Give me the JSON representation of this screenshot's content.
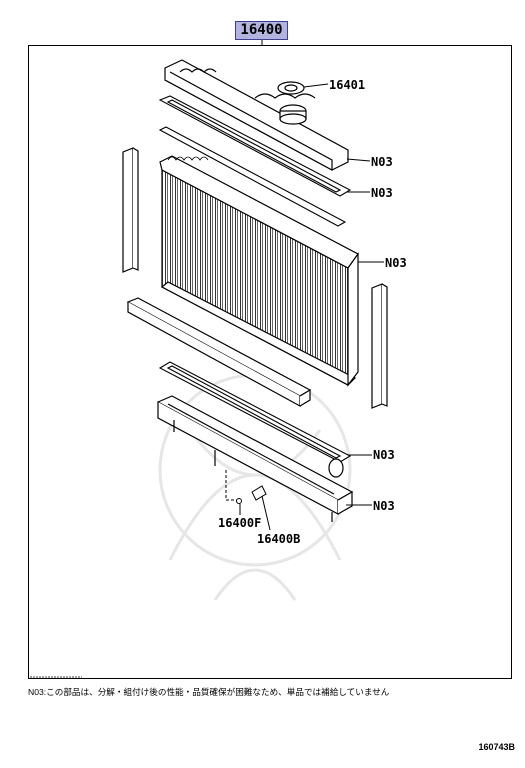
{
  "header": {
    "main_part": "16400"
  },
  "callouts": {
    "cap": "16401",
    "n03_a": "N03",
    "n03_b": "N03",
    "n03_c": "N03",
    "n03_d": "N03",
    "n03_e": "N03",
    "plug": "16400F",
    "cock": "16400B"
  },
  "footer": {
    "note": "N03:この部品は、分解・組付け後の性能・品質確保が困難なため、単品では補給していません",
    "code": "160743B"
  }
}
